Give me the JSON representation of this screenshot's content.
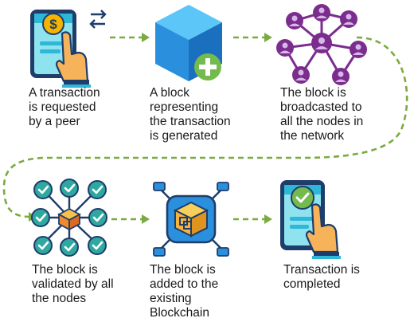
{
  "steps": [
    {
      "id": 1,
      "icon": "phone-dollar-hand-icon",
      "caption": "A transaction\nis requested\nby a peer"
    },
    {
      "id": 2,
      "icon": "block-cube-plus-icon",
      "caption": "A block\nrepresenting\nthe transaction\nis generated"
    },
    {
      "id": 3,
      "icon": "network-users-icon",
      "caption": "The block is\nbroadcasted to\nall the nodes in\nthe network"
    },
    {
      "id": 4,
      "icon": "validated-nodes-icon",
      "caption": "The block is\nvalidated by all\nthe nodes"
    },
    {
      "id": 5,
      "icon": "blockchain-cube-icon",
      "caption": "The block is\nadded to the\nexisting\nBlockchain"
    },
    {
      "id": 6,
      "icon": "phone-check-hand-icon",
      "caption": "Transaction is\ncompleted"
    }
  ],
  "colors": {
    "connector": "#7aab3f",
    "text": "#1a1a1a",
    "phone": "#2eb7d6",
    "phone_screen": "#8ee3ee",
    "hand": "#f7b35a",
    "sleeve": "#1e3d6b",
    "coin": "#f5b400",
    "cube": "#2a90dd",
    "cube_light": "#5cc6f8",
    "plus_badge": "#74ba4f",
    "network": "#7b2d8e",
    "network_light": "#d9b6ea",
    "check": "#2fa8a0",
    "check_light": "#8fd7cf",
    "chain_cube": "#f4b33c",
    "chain_frame": "#1e5ba8"
  }
}
